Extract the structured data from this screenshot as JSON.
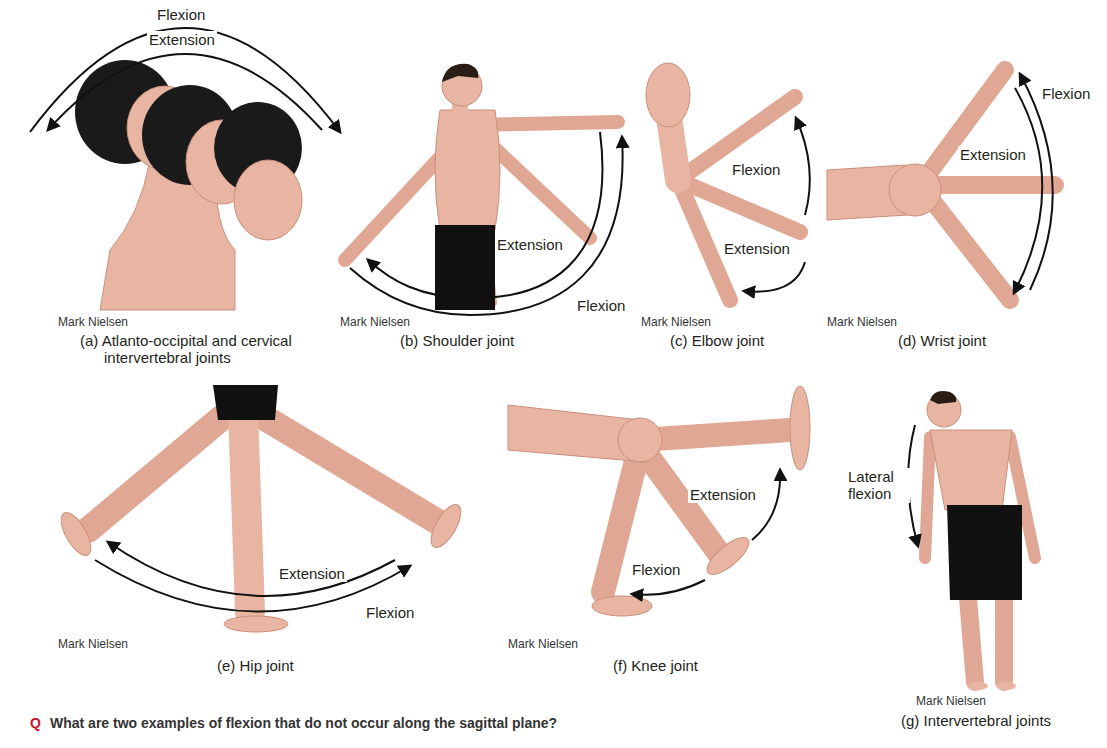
{
  "diagram": {
    "caption": "What are two examples of flexion that do not occur along the sagittal plane?",
    "labels": [
      "Flexion",
      "Extension",
      "Mark Nielsen",
      "(a) Atlanto-occipital and cervical intervertebral joints",
      "Extension",
      "Flexion",
      "Mark Nielsen",
      "(b) Shoulder joint",
      "Flexion",
      "Extension",
      "Mark Nielsen",
      "(c) Elbow joint",
      "Flexion",
      "Extension",
      "Mark Nielsen",
      "(d) Wrist joint",
      "Extension",
      "Flexion",
      "Mark Nielsen",
      "(e) Hip joint",
      "Extension",
      "Flexion",
      "Mark Nielsen",
      "(f) Knee joint",
      "Lateral flexion",
      "Mark Nielsen",
      "(g) Intervertebral joints",
      "Q"
    ]
  }
}
